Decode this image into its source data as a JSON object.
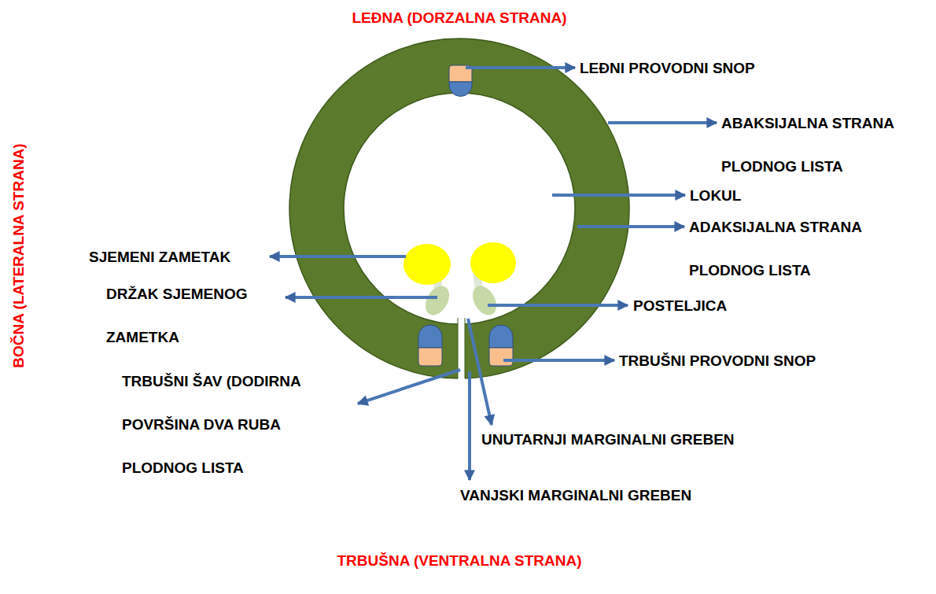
{
  "diagram": {
    "labels": [
      "LEĐNA (DORZALNA STRANA)",
      "LEĐNI PROVODNI SNOP",
      "ABAKSIJALNA STRANA PLODNOG LISTA",
      "LOKUL",
      "ADAKSIJALNA STRANA PLODNOG LISTA",
      "SJEMENI ZAMETAK",
      "DRŽAK SJEMENOG ZAMETKA",
      "POSTELJICA",
      "TRBUŠNI PROVODNI SNOP",
      "TRBUŠNI ŠAV (DODIRNA POVRŠINA DVA RUBA PLODNOG LISTA",
      "UNUTARNJI MARGINALNI GREBEN",
      "VANJSKI MARGINALNI GREBEN",
      "TRBUŠNA (VENTRALNA STRANA)",
      "BOČNA (LATERALNA STRANA)"
    ]
  }
}
